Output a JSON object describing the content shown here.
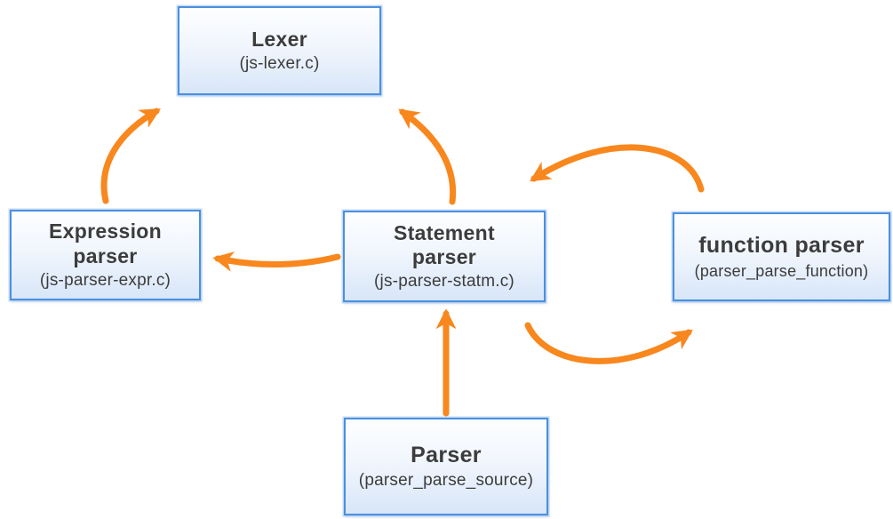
{
  "diagram": {
    "colors": {
      "arrow": "#f8871d",
      "node_border": "#4a90e0",
      "node_fill_top": "#fdfeff",
      "node_fill_bottom": "#d8e6f8",
      "text": "#3c3c3c",
      "background": "#ffffff"
    },
    "nodes": [
      {
        "id": "lexer",
        "title": "Lexer",
        "subtitle": "(js-lexer.c)"
      },
      {
        "id": "expression-parser",
        "title": "Expression\nparser",
        "subtitle": "(js-parser-expr.c)"
      },
      {
        "id": "statement-parser",
        "title": "Statement\nparser",
        "subtitle": "(js-parser-statm.c)"
      },
      {
        "id": "function-parser",
        "title": "function parser",
        "subtitle": "(parser_parse_function)"
      },
      {
        "id": "parser",
        "title": "Parser",
        "subtitle": "(parser_parse_source)"
      }
    ],
    "edges": [
      {
        "from": "expression-parser",
        "to": "lexer"
      },
      {
        "from": "statement-parser",
        "to": "lexer"
      },
      {
        "from": "statement-parser",
        "to": "expression-parser"
      },
      {
        "from": "function-parser",
        "to": "statement-parser"
      },
      {
        "from": "statement-parser",
        "to": "function-parser"
      },
      {
        "from": "parser",
        "to": "statement-parser"
      }
    ]
  }
}
